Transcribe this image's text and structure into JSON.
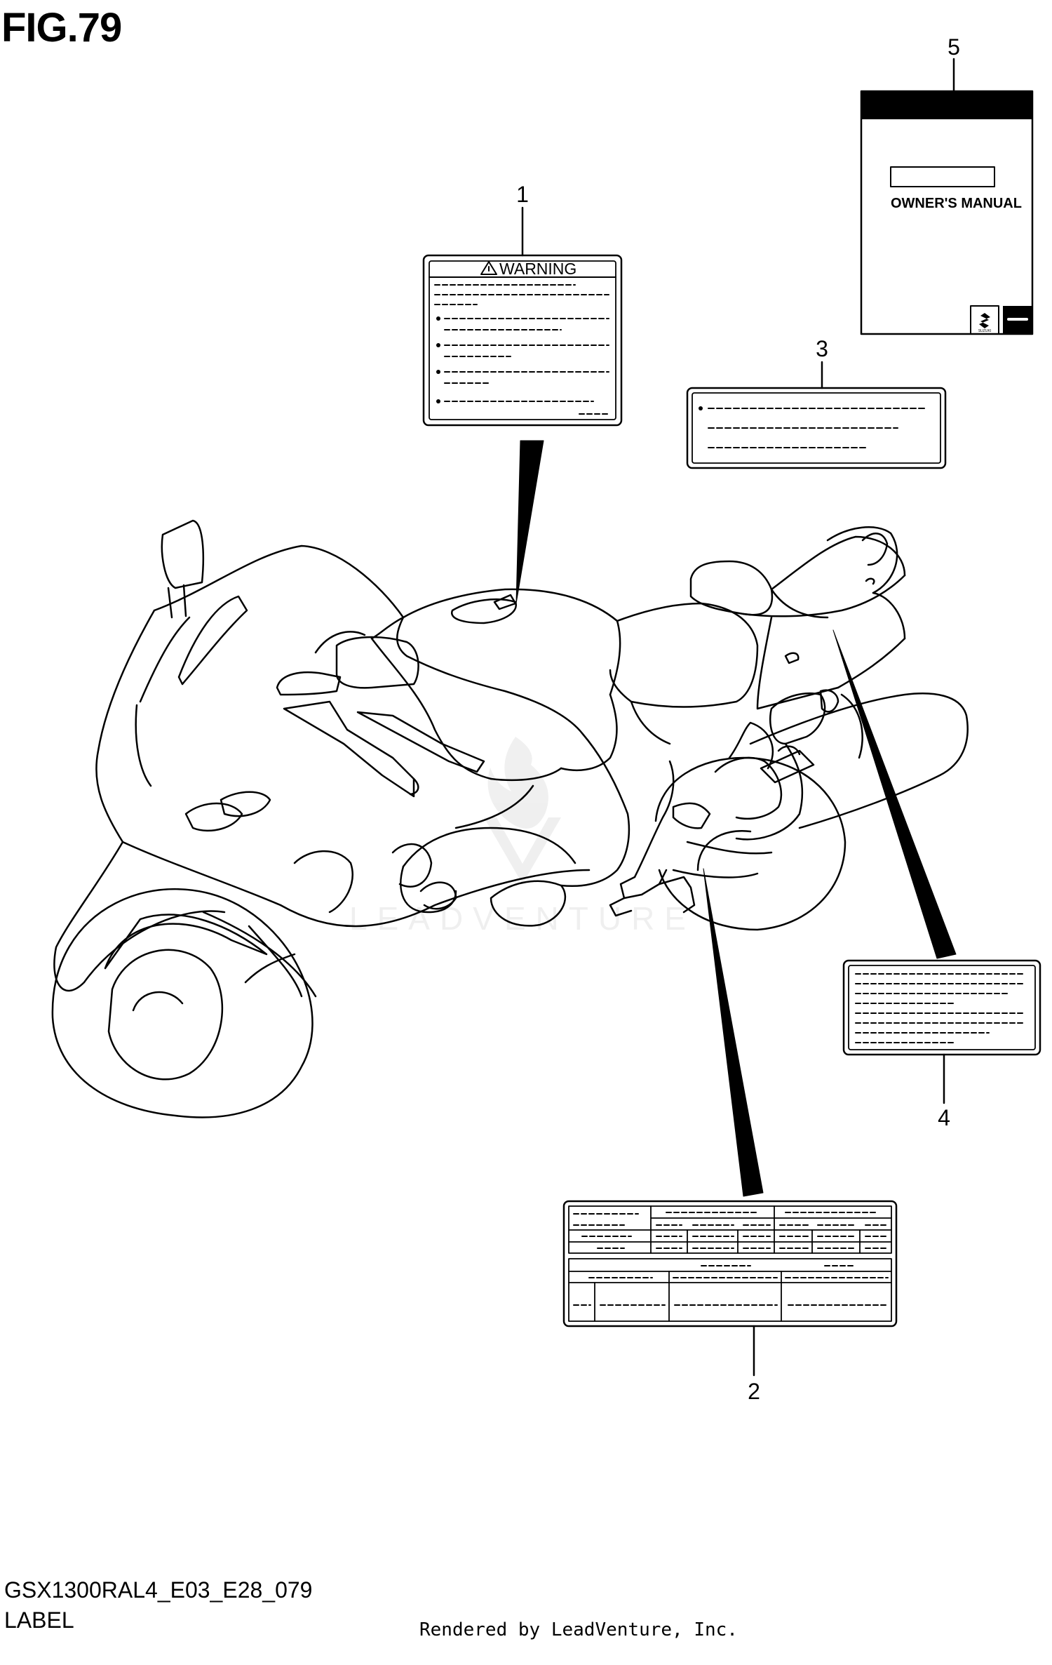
{
  "figure": {
    "title": "FIG.79",
    "code": "GSX1300RAL4_E03_E28_079",
    "name": "LABEL",
    "rendered_by": "Rendered by LeadVenture, Inc.",
    "watermark": "LEADVENTURE"
  },
  "callouts": [
    {
      "number": "1"
    },
    {
      "number": "2"
    },
    {
      "number": "3"
    },
    {
      "number": "4"
    },
    {
      "number": "5"
    }
  ],
  "labels": {
    "warning": {
      "heading": "WARNING"
    },
    "manual": {
      "title": "OWNER'S MANUAL",
      "brand": "SUZUKI"
    }
  }
}
